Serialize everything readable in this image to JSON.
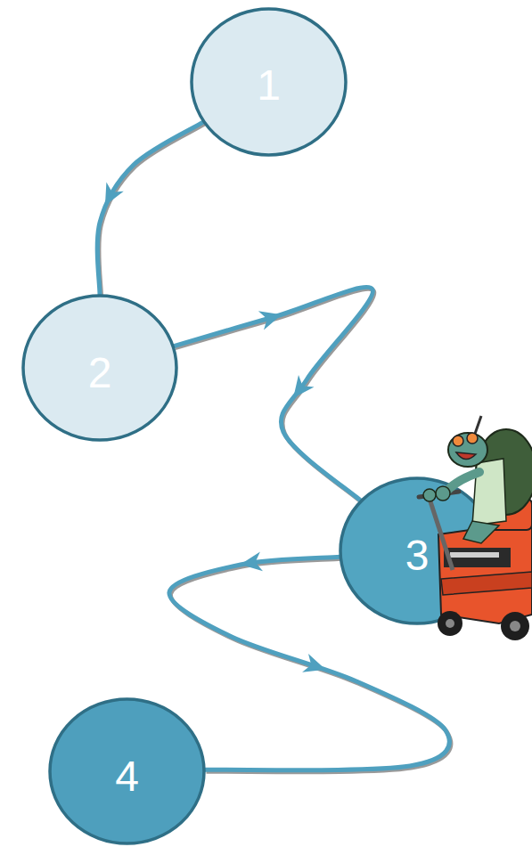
{
  "diagram": {
    "nodes": [
      {
        "text": [
          "1"
        ]
      },
      {
        "text": [
          "2"
        ]
      },
      {
        "text": [
          "3"
        ]
      },
      {
        "text": [
          "4"
        ]
      }
    ],
    "edges": [
      {
        "from": 0,
        "to": 1,
        "arrow": "to"
      },
      {
        "from": 1,
        "to": 2,
        "arrow": "to"
      },
      {
        "from": 2,
        "to": 3,
        "arrow": "to"
      }
    ]
  }
}
